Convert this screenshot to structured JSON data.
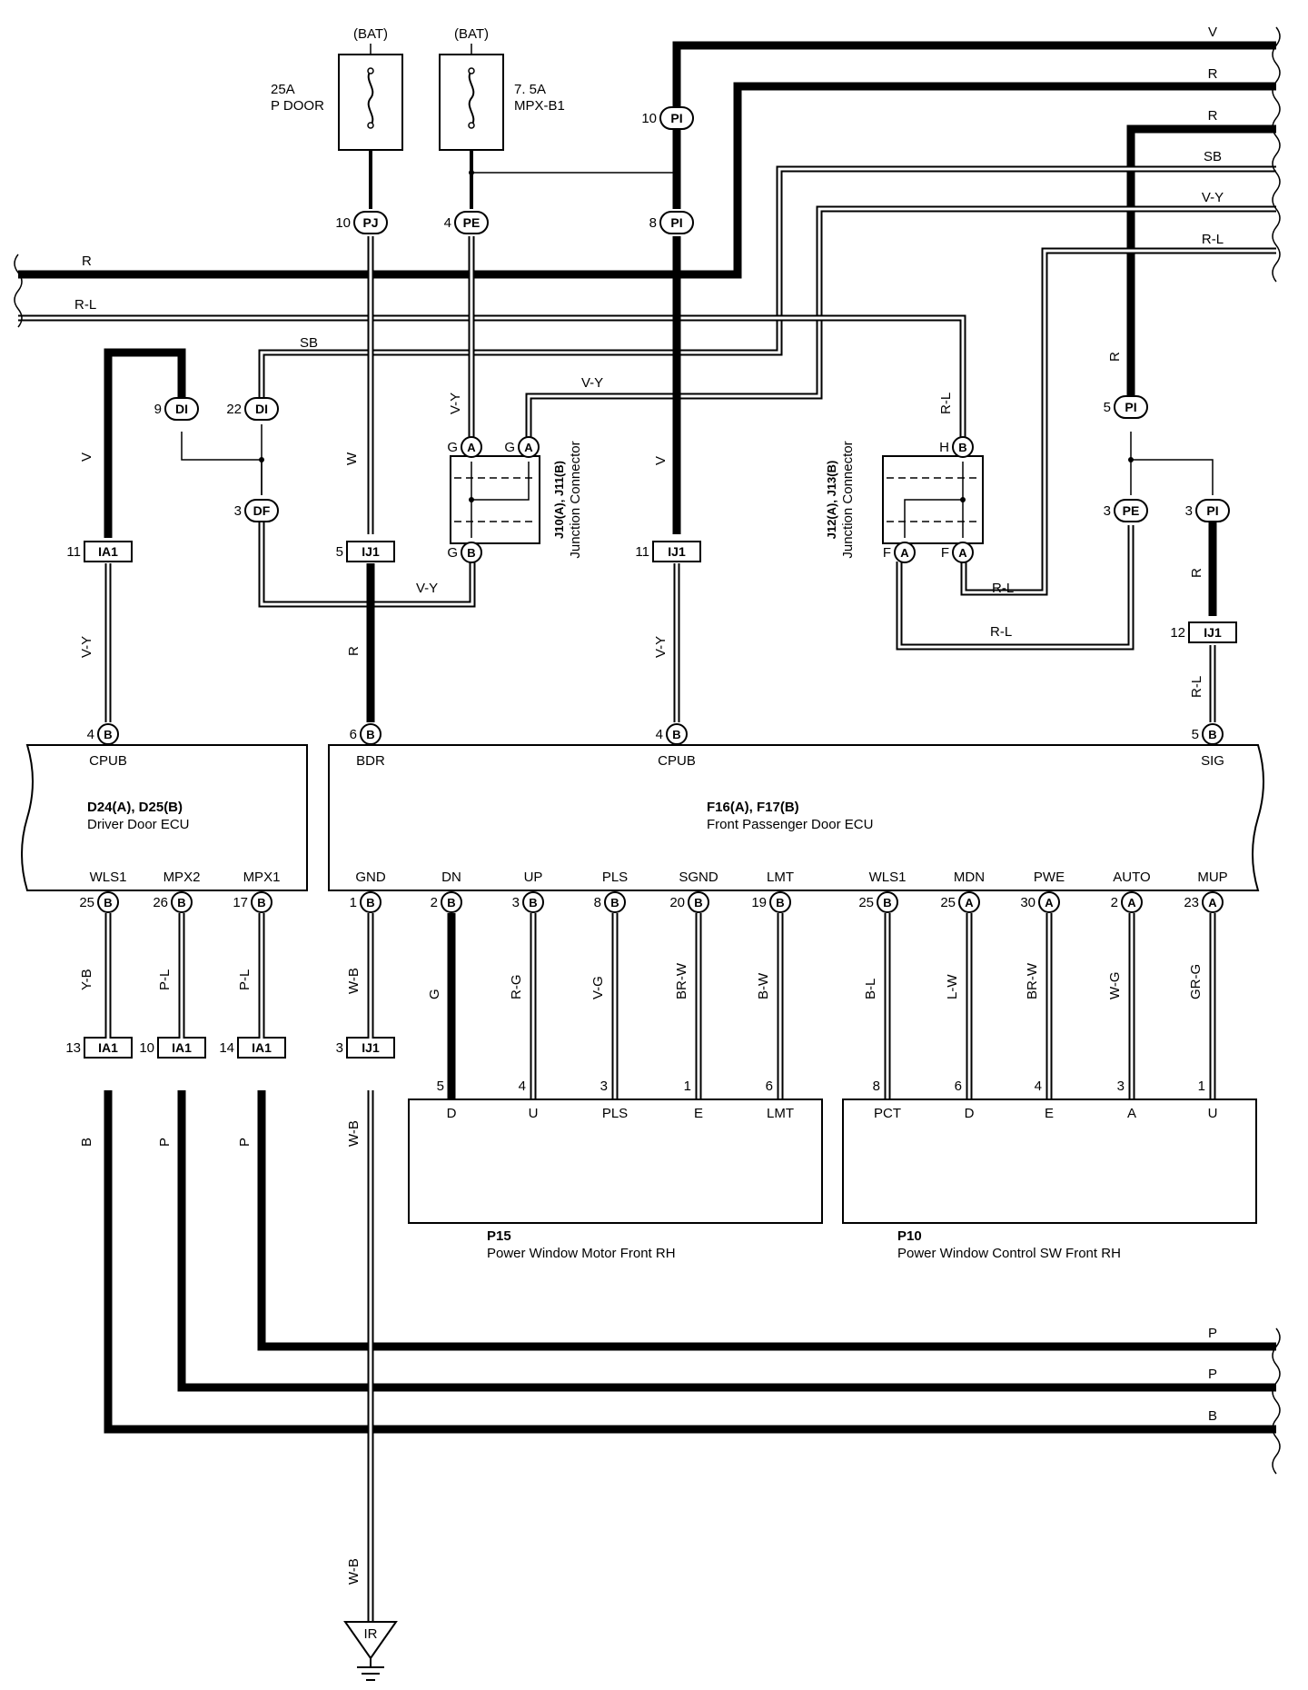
{
  "fuses": [
    {
      "source": "(BAT)",
      "rating": "25A",
      "name": "P DOOR"
    },
    {
      "source": "(BAT)",
      "rating": "7. 5A",
      "name": "MPX-B1"
    }
  ],
  "ecus": {
    "driver": {
      "id": "D24(A), D25(B)",
      "name": "Driver Door ECU",
      "top_pins": [
        {
          "num": "4",
          "conn": "B",
          "name": "CPUB"
        }
      ],
      "bottom_pins": [
        {
          "num": "25",
          "conn": "B",
          "name": "WLS1"
        },
        {
          "num": "26",
          "conn": "B",
          "name": "MPX2"
        },
        {
          "num": "17",
          "conn": "B",
          "name": "MPX1"
        }
      ]
    },
    "passenger": {
      "id": "F16(A), F17(B)",
      "name": "Front Passenger Door ECU",
      "top_pins": [
        {
          "num": "6",
          "conn": "B",
          "name": "BDR"
        },
        {
          "num": "4",
          "conn": "B",
          "name": "CPUB"
        },
        {
          "num": "5",
          "conn": "B",
          "name": "SIG"
        }
      ],
      "bottom_pins": [
        {
          "num": "1",
          "conn": "B",
          "name": "GND"
        },
        {
          "num": "2",
          "conn": "B",
          "name": "DN"
        },
        {
          "num": "3",
          "conn": "B",
          "name": "UP"
        },
        {
          "num": "8",
          "conn": "B",
          "name": "PLS"
        },
        {
          "num": "20",
          "conn": "B",
          "name": "SGND"
        },
        {
          "num": "19",
          "conn": "B",
          "name": "LMT"
        },
        {
          "num": "25",
          "conn": "B",
          "name": "WLS1"
        },
        {
          "num": "25",
          "conn": "A",
          "name": "MDN"
        },
        {
          "num": "30",
          "conn": "A",
          "name": "PWE"
        },
        {
          "num": "2",
          "conn": "A",
          "name": "AUTO"
        },
        {
          "num": "23",
          "conn": "A",
          "name": "MUP"
        }
      ]
    }
  },
  "junctions": [
    {
      "id": "J10(A), J11(B)",
      "type": "Junction Connector"
    },
    {
      "id": "J12(A), J13(B)",
      "type": "Junction Connector"
    }
  ],
  "components": [
    {
      "id": "P15",
      "name": "Power Window Motor Front RH",
      "pins": [
        {
          "num": "5",
          "name": "D",
          "wire": "G"
        },
        {
          "num": "4",
          "name": "U",
          "wire": "R-G"
        },
        {
          "num": "3",
          "name": "PLS",
          "wire": "V-G"
        },
        {
          "num": "1",
          "name": "E",
          "wire": "BR-W"
        },
        {
          "num": "6",
          "name": "LMT",
          "wire": "B-W"
        }
      ]
    },
    {
      "id": "P10",
      "name": "Power Window Control SW Front RH",
      "pins": [
        {
          "num": "8",
          "name": "PCT",
          "wire": "B-L"
        },
        {
          "num": "6",
          "name": "D",
          "wire": "L-W"
        },
        {
          "num": "4",
          "name": "E",
          "wire": "BR-W"
        },
        {
          "num": "3",
          "name": "A",
          "wire": "W-G"
        },
        {
          "num": "1",
          "name": "U",
          "wire": "GR-G"
        }
      ]
    }
  ],
  "right_bus_top": [
    "V",
    "R",
    "R",
    "SB",
    "V-Y",
    "R-L"
  ],
  "left_bus": [
    "R",
    "R-L"
  ],
  "right_bus_bottom": [
    "P",
    "P",
    "B"
  ],
  "connector_pins": {
    "pj": {
      "num": "10",
      "code": "PJ"
    },
    "pe_top": {
      "num": "4",
      "code": "PE"
    },
    "pi_10": {
      "num": "10",
      "code": "PI"
    },
    "pi_8": {
      "num": "8",
      "code": "PI"
    },
    "di_9": {
      "num": "9",
      "code": "DI"
    },
    "di_22": {
      "num": "22",
      "code": "DI"
    },
    "df_3": {
      "num": "3",
      "code": "DF"
    },
    "ia1_11": {
      "num": "11",
      "code": "IA1"
    },
    "ij1_5": {
      "num": "5",
      "code": "IJ1"
    },
    "ij1_11": {
      "num": "11",
      "code": "IJ1"
    },
    "pi_5": {
      "num": "5",
      "code": "PI"
    },
    "pe_3": {
      "num": "3",
      "code": "PE"
    },
    "pi_3": {
      "num": "3",
      "code": "PI"
    },
    "ij1_12": {
      "num": "12",
      "code": "IJ1"
    },
    "ia1_13": {
      "num": "13",
      "code": "IA1"
    },
    "ia1_10": {
      "num": "10",
      "code": "IA1"
    },
    "ia1_14": {
      "num": "14",
      "code": "IA1"
    },
    "ij1_3": {
      "num": "3",
      "code": "IJ1"
    },
    "j10_ga1": {
      "num": "G",
      "code": "A"
    },
    "j10_ga2": {
      "num": "G",
      "code": "A"
    },
    "j10_gb": {
      "num": "G",
      "code": "B"
    },
    "j12_hb": {
      "num": "H",
      "code": "B"
    },
    "j12_fa1": {
      "num": "F",
      "code": "A"
    },
    "j12_fa2": {
      "num": "F",
      "code": "A"
    }
  },
  "wire_labels": {
    "sb_top": "SB",
    "v_y_mid": "V-Y",
    "v_y_j10": "V-Y",
    "v_left": "V",
    "w_pj": "W",
    "v_pi": "V",
    "r_l_right": "R-L",
    "r_pi5": "R",
    "v_y_ia1": "V-Y",
    "r_ij1": "R",
    "v_y_ij1": "V-Y",
    "r_pi3": "R",
    "r_l_ij1": "R-L",
    "r_l_j12a": "R-L",
    "r_l_j12b": "R-L",
    "y_b": "Y-B",
    "p_l_1": "P-L",
    "p_l_2": "P-L",
    "w_b_1": "W-B",
    "b_low": "B",
    "p_low1": "P",
    "p_low2": "P",
    "w_b_2": "W-B",
    "w_b_3": "W-B"
  },
  "ground": "IR"
}
